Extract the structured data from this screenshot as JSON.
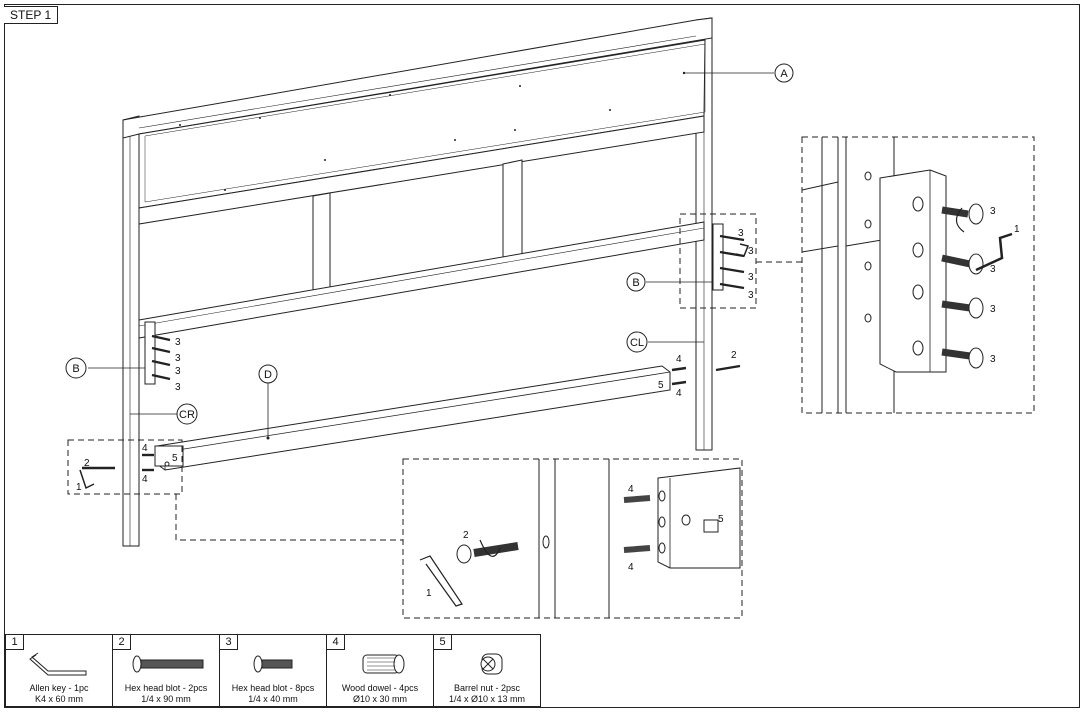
{
  "step": {
    "label": "STEP 1"
  },
  "callouts": {
    "A": "A",
    "B_left": "B",
    "B_right": "B",
    "CL": "CL",
    "CR": "CR",
    "D": "D"
  },
  "part_numbers": {
    "one": "1",
    "two": "2",
    "three": "3",
    "four": "4",
    "five": "5"
  },
  "legend": [
    {
      "num": "1",
      "name": "Allen key - 1pc",
      "size": "K4 x 60 mm",
      "icon": "allen-key-icon"
    },
    {
      "num": "2",
      "name": "Hex head blot - 2pcs",
      "size": "1/4 x 90 mm",
      "icon": "long-hex-bolt-icon"
    },
    {
      "num": "3",
      "name": "Hex head blot - 8pcs",
      "size": "1/4 x 40 mm",
      "icon": "short-hex-bolt-icon"
    },
    {
      "num": "4",
      "name": "Wood dowel - 4pcs",
      "size": "Ø10 x 30 mm",
      "icon": "wood-dowel-icon"
    },
    {
      "num": "5",
      "name": "Barrel nut - 2psc",
      "size": "1/4 x Ø10 x 13 mm",
      "icon": "barrel-nut-icon"
    }
  ]
}
